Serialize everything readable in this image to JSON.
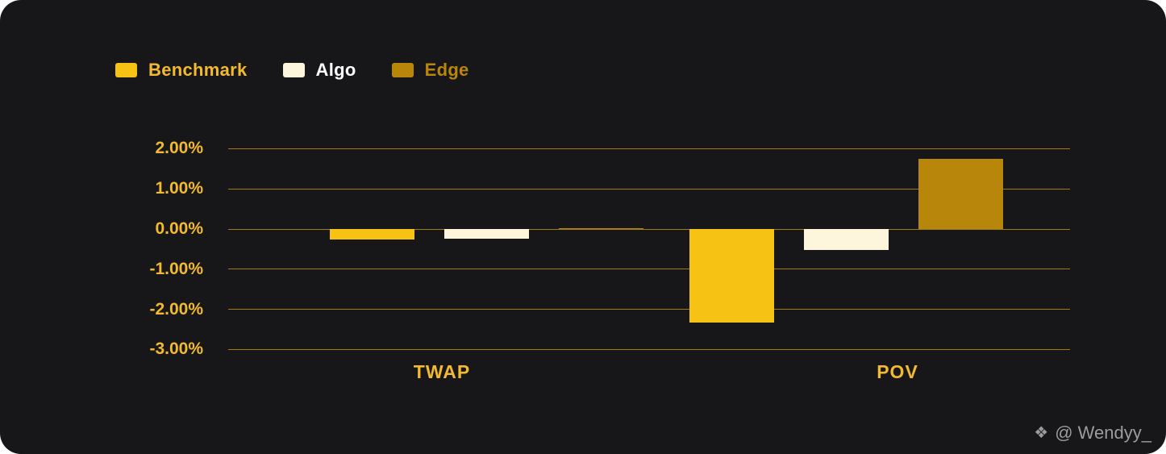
{
  "watermark": {
    "icon": "❖",
    "text": "@ Wendyy_"
  },
  "chart_data": {
    "type": "bar",
    "title": "",
    "categories": [
      "TWAP",
      "POV"
    ],
    "series": [
      {
        "name": "Benchmark",
        "color": "#F6C315",
        "label_color": "#F3BA2F",
        "values": [
          -0.27,
          -2.32
        ]
      },
      {
        "name": "Algo",
        "color": "#FDF6DC",
        "label_color": "#FFFFFF",
        "values": [
          -0.24,
          -0.53
        ]
      },
      {
        "name": "Edge",
        "color": "#B8860B",
        "label_color": "#B8860B",
        "values": [
          0.03,
          1.75
        ]
      }
    ],
    "yticks": [
      {
        "label": "2.00%",
        "value": 2
      },
      {
        "label": "1.00%",
        "value": 1
      },
      {
        "label": "0.00%",
        "value": 0
      },
      {
        "label": "-1.00%",
        "value": -1
      },
      {
        "label": "-2.00%",
        "value": -2
      },
      {
        "label": "-3.00%",
        "value": -3
      }
    ],
    "ylim": [
      -3,
      2
    ],
    "grid": true,
    "legend_position": "top-left",
    "colors": {
      "background": "#17171A",
      "gridline": "#A07C0B",
      "axis_text": "#F3BA2F",
      "watermark_text": "#9C9CA0"
    }
  }
}
